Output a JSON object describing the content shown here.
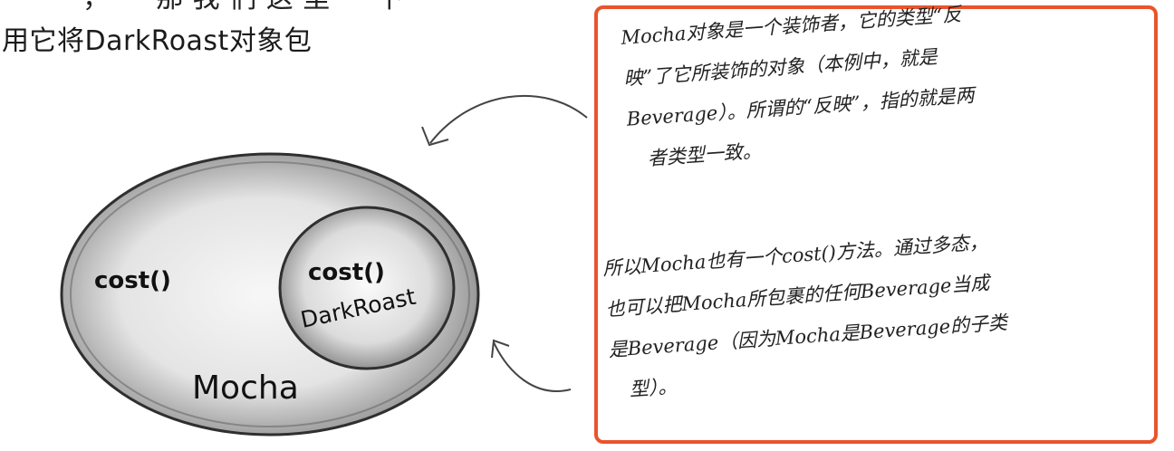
{
  "header": {
    "partial_line": "一 一 ， 一 那 我 们 这 里 一 下",
    "full_line": "用它将DarkRoast对象包"
  },
  "diagram": {
    "outer_label": "Mocha",
    "outer_method": "cost()",
    "inner_label": "DarkRoast",
    "inner_method": "cost()"
  },
  "callout": {
    "para1_lines": [
      "Mocha对象是一个装饰者，它的类型“反",
      "映”了它所装饰的对象（本例中，就是",
      "Beverage）。所谓的“反映”，指的就是两",
      "者类型一致。"
    ],
    "para2_lines": [
      "所以Mocha也有一个cost()方法。通过多态，",
      "也可以把Mocha所包裹的任何Beverage当成",
      "是Beverage（因为Mocha是Beverage的子类",
      "型）。"
    ]
  },
  "colors": {
    "callout_border": "#e9542c",
    "ellipse_dark": "#4a4a4a",
    "ellipse_light": "#d9d9d9"
  }
}
